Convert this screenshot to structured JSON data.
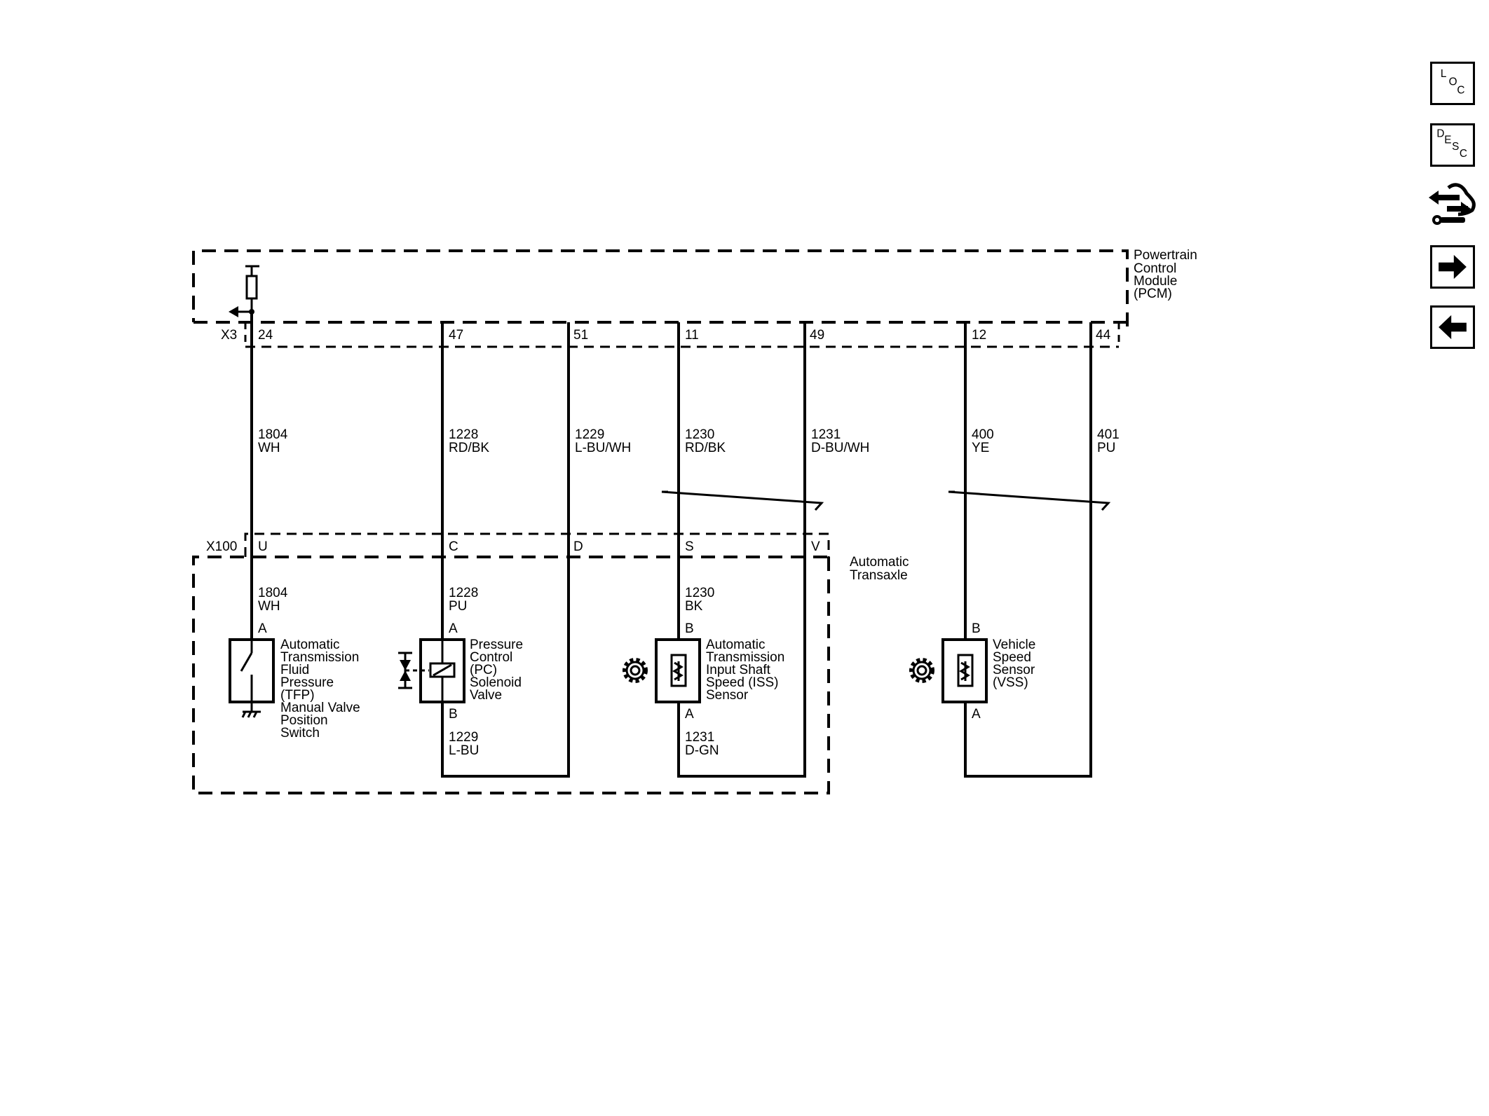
{
  "pcm": {
    "label_lines": [
      "Powertrain",
      "Control",
      "Module",
      "(PCM)"
    ],
    "connector": "X3",
    "pins": [
      "24",
      "47",
      "51",
      "11",
      "49",
      "12",
      "44"
    ]
  },
  "transaxle": {
    "label_lines": [
      "Automatic",
      "Transaxle"
    ],
    "connector": "X100",
    "pins": [
      "U",
      "C",
      "D",
      "S",
      "V"
    ]
  },
  "circuits_upper": [
    {
      "num": "1804",
      "color": "WH"
    },
    {
      "num": "1228",
      "color": "RD/BK"
    },
    {
      "num": "1229",
      "color": "L-BU/WH"
    },
    {
      "num": "1230",
      "color": "RD/BK"
    },
    {
      "num": "1231",
      "color": "D-BU/WH"
    },
    {
      "num": "400",
      "color": "YE"
    },
    {
      "num": "401",
      "color": "PU"
    }
  ],
  "circuits_lower": [
    {
      "num": "1804",
      "color": "WH"
    },
    {
      "num": "1228",
      "color": "PU"
    },
    {
      "num": "1230",
      "color": "BK"
    },
    {
      "num": "1229",
      "color": "L-BU"
    },
    {
      "num": "1231",
      "color": "D-GN"
    }
  ],
  "component_pins": {
    "a": "A",
    "b": "B"
  },
  "components": {
    "tfp_switch": [
      "Automatic",
      "Transmission",
      "Fluid",
      "Pressure",
      "(TFP)",
      "Manual Valve",
      "Position",
      "Switch"
    ],
    "pc_solenoid": [
      "Pressure",
      "Control",
      "(PC)",
      "Solenoid",
      "Valve"
    ],
    "iss_sensor": [
      "Automatic",
      "Transmission",
      "Input Shaft",
      "Speed (ISS)",
      "Sensor"
    ],
    "vss_sensor": [
      "Vehicle",
      "Speed",
      "Sensor",
      "(VSS)"
    ]
  },
  "sidebar": {
    "loc": {
      "letters": [
        "L",
        "O",
        "C"
      ]
    },
    "desc": {
      "letters": [
        "D",
        "E",
        "S",
        "C"
      ]
    },
    "connector_icon": "connector-end-view-icon",
    "next_icon": "arrow-right-icon",
    "prev_icon": "arrow-left-icon"
  },
  "colors": {
    "ink": "#000000",
    "background": "#ffffff"
  }
}
